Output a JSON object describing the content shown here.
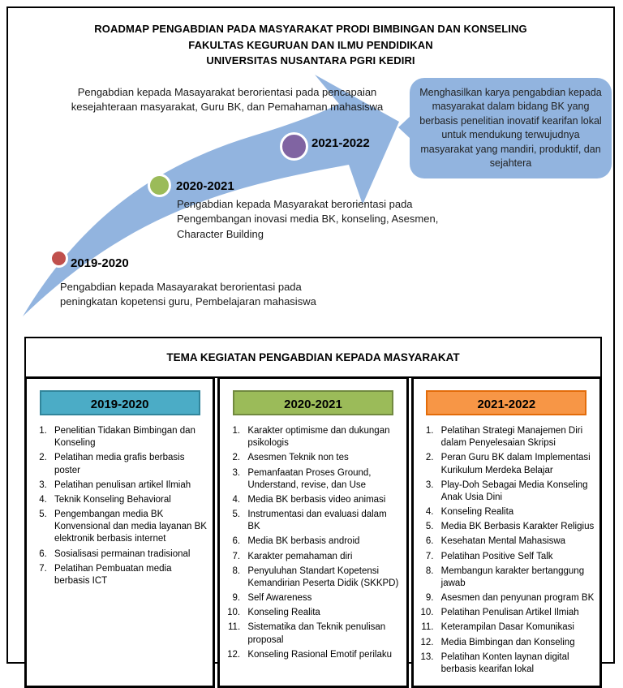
{
  "title": {
    "line1": "ROADMAP PENGABDIAN PADA MASYARAKAT PRODI BIMBINGAN DAN KONSELING",
    "line2": "FAKULTAS KEGURUAN DAN ILMU PENDIDIKAN",
    "line3": "UNIVERSITAS NUSANTARA PGRI KEDIRI"
  },
  "roadmap": {
    "arrow_color": "#92B4DF",
    "callout_color": "#92B4DF",
    "goal_callout": "Menghasilkan karya pengabdian kepada masyarakat dalam bidang BK yang berbasis penelitian inovatif kearifan lokal untuk mendukung terwujudnya masyarakat yang mandiri, produktif, dan sejahtera",
    "milestones": [
      {
        "year": "2019-2020",
        "color": "#C0504D",
        "description": "Pengabdian kepada Masayarakat berorientasi pada peningkatan kopetensi guru, Pembelajaran mahasiswa"
      },
      {
        "year": "2020-2021",
        "color": "#9BBB59",
        "description": "Pengabdian kepada Masyarakat berorientasi pada Pengembangan inovasi media BK, konseling, Asesmen, Character Building"
      },
      {
        "year": "2021-2022",
        "color": "#8064A2",
        "description": "Pengabdian kepada Masayarakat berorientasi pada pencapaian kesejahteraan masyarakat, Guru BK, dan Pemahaman mahasiswa"
      }
    ]
  },
  "themes": {
    "heading": "TEMA KEGIATAN PENGABDIAN KEPADA MASYARAKAT",
    "columns": [
      {
        "year": "2019-2020",
        "header_color": "#4BACC6",
        "header_border": "#31859B",
        "items": [
          "Penelitian Tidakan Bimbingan dan Konseling",
          "Pelatihan media grafis berbasis poster",
          "Pelatihan penulisan artikel Ilmiah",
          "Teknik Konseling Behavioral",
          "Pengembangan media BK Konvensional dan media layanan BK elektronik berbasis internet",
          "Sosialisasi permainan tradisional",
          "Pelatihan Pembuatan media berbasis ICT"
        ]
      },
      {
        "year": "2020-2021",
        "header_color": "#9BBB59",
        "header_border": "#71893F",
        "items": [
          "Karakter optimisme dan dukungan psikologis",
          "Asesmen Teknik non tes",
          "Pemanfaatan Proses Ground, Understand, revise, dan Use",
          "Media BK berbasis video animasi",
          "Instrumentasi dan evaluasi dalam BK",
          "Media BK berbasis android",
          "Karakter pemahaman diri",
          "Penyuluhan Standart Kopetensi Kemandirian Peserta Didik (SKKPD)",
          "Self Awareness",
          "Konseling Realita",
          "Sistematika dan Teknik penulisan proposal",
          "Konseling Rasional Emotif perilaku"
        ]
      },
      {
        "year": "2021-2022",
        "header_color": "#F79646",
        "header_border": "#E36C0A",
        "items": [
          "Pelatihan Strategi Manajemen Diri dalam Penyelesaian Skripsi",
          "Peran Guru BK dalam Implementasi Kurikulum Merdeka Belajar",
          "Play-Doh Sebagai Media Konseling Anak Usia Dini",
          "Konseling Realita",
          "Media BK Berbasis Karakter Religius",
          "Kesehatan Mental Mahasiswa",
          "Pelatihan Positive Self Talk",
          "Membangun karakter bertanggung jawab",
          "Asesmen dan penyunan program BK",
          "Pelatihan Penulisan Artikel Ilmiah",
          "Keterampilan Dasar Komunikasi",
          "Media Bimbingan dan Konseling",
          "Pelatihan Konten laynan digital berbasis kearifan lokal"
        ]
      }
    ]
  }
}
